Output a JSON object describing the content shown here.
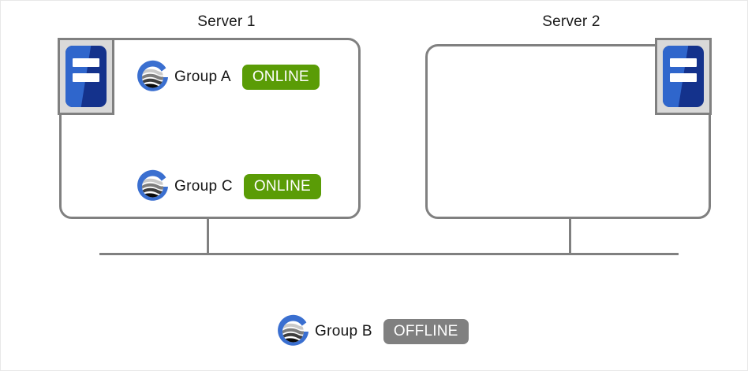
{
  "diagram": {
    "title_server1": "Server 1",
    "title_server2": "Server 2",
    "icons": {
      "server": "server-rack-icon",
      "group": "group-globe-icon"
    },
    "colors": {
      "online_badge": "#5a9c06",
      "offline_badge": "#808080",
      "box_border": "#808080",
      "server_icon_blue": "#2f66cc",
      "server_icon_dark_blue": "#14328c",
      "group_icon_blue": "#3a6fd0",
      "text": "#141414"
    },
    "servers": [
      {
        "name": "Server 1",
        "groups": [
          {
            "label": "Group A",
            "status": "ONLINE"
          },
          {
            "label": "Group C",
            "status": "ONLINE"
          }
        ]
      },
      {
        "name": "Server 2",
        "groups": []
      }
    ],
    "detached": [
      {
        "label": "Group B",
        "status": "OFFLINE"
      }
    ]
  }
}
